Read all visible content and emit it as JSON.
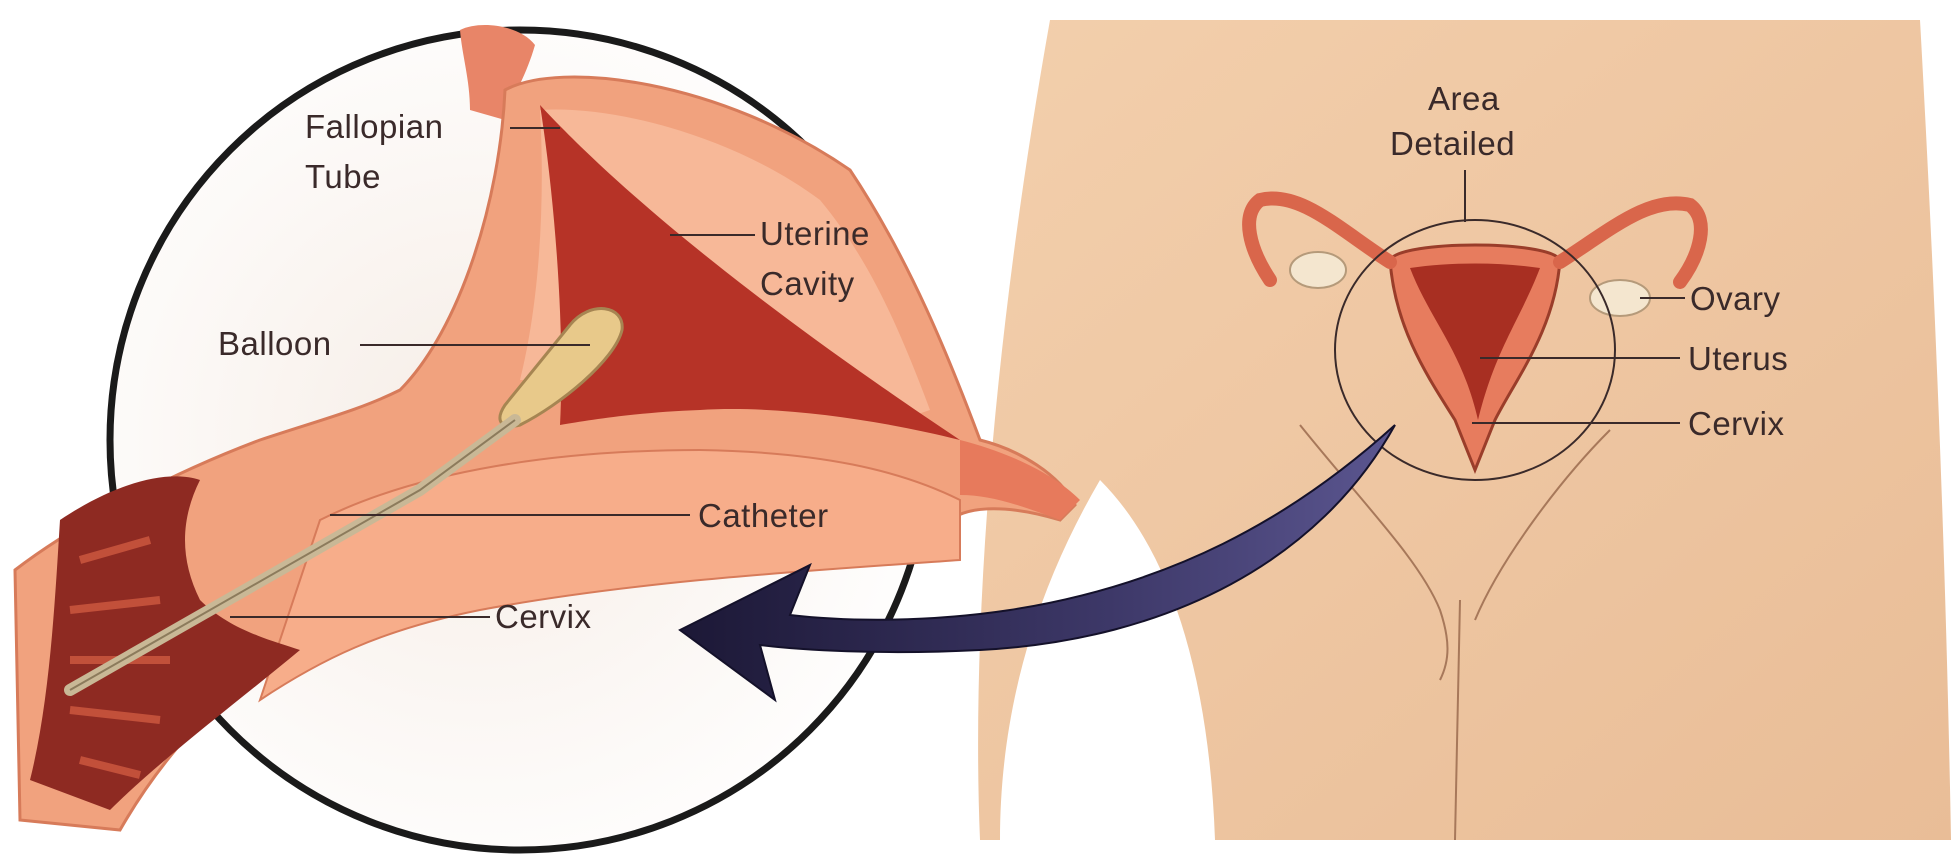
{
  "labels": {
    "fallopian_1": "Fallopian",
    "fallopian_2": "Tube",
    "uterine_1": "Uterine",
    "uterine_2": "Cavity",
    "balloon": "Balloon",
    "catheter": "Catheter",
    "cervix_detail": "Cervix",
    "area_1": "Area",
    "area_2": "Detailed",
    "ovary": "Ovary",
    "uterus": "Uterus",
    "cervix_body": "Cervix"
  },
  "colors": {
    "skin": "#f1c9a3",
    "tissue_light": "#f4a37f",
    "tissue_mid": "#e5785a",
    "cavity": "#c0382a",
    "arrow": "#2f2a55",
    "outline": "#1a1a1a"
  }
}
